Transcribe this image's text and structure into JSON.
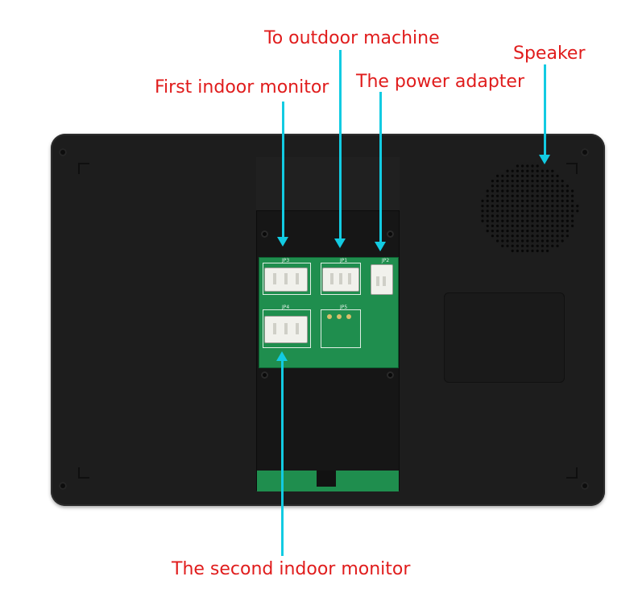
{
  "labels": {
    "outdoor": "To outdoor machine",
    "speaker": "Speaker",
    "first_indoor": "First indoor monitor",
    "power": "The power adapter",
    "second_indoor": "The second indoor monitor"
  },
  "pcb_marks": {
    "j1": "JP3",
    "j2": "JP1",
    "j3": "JP2",
    "j4": "JP4",
    "j5": "JP5"
  },
  "colors": {
    "label_text": "#e01c1c",
    "pointer": "#12cbe2",
    "device_body": "#1d1d1d",
    "pcb": "#1f8e4e"
  }
}
